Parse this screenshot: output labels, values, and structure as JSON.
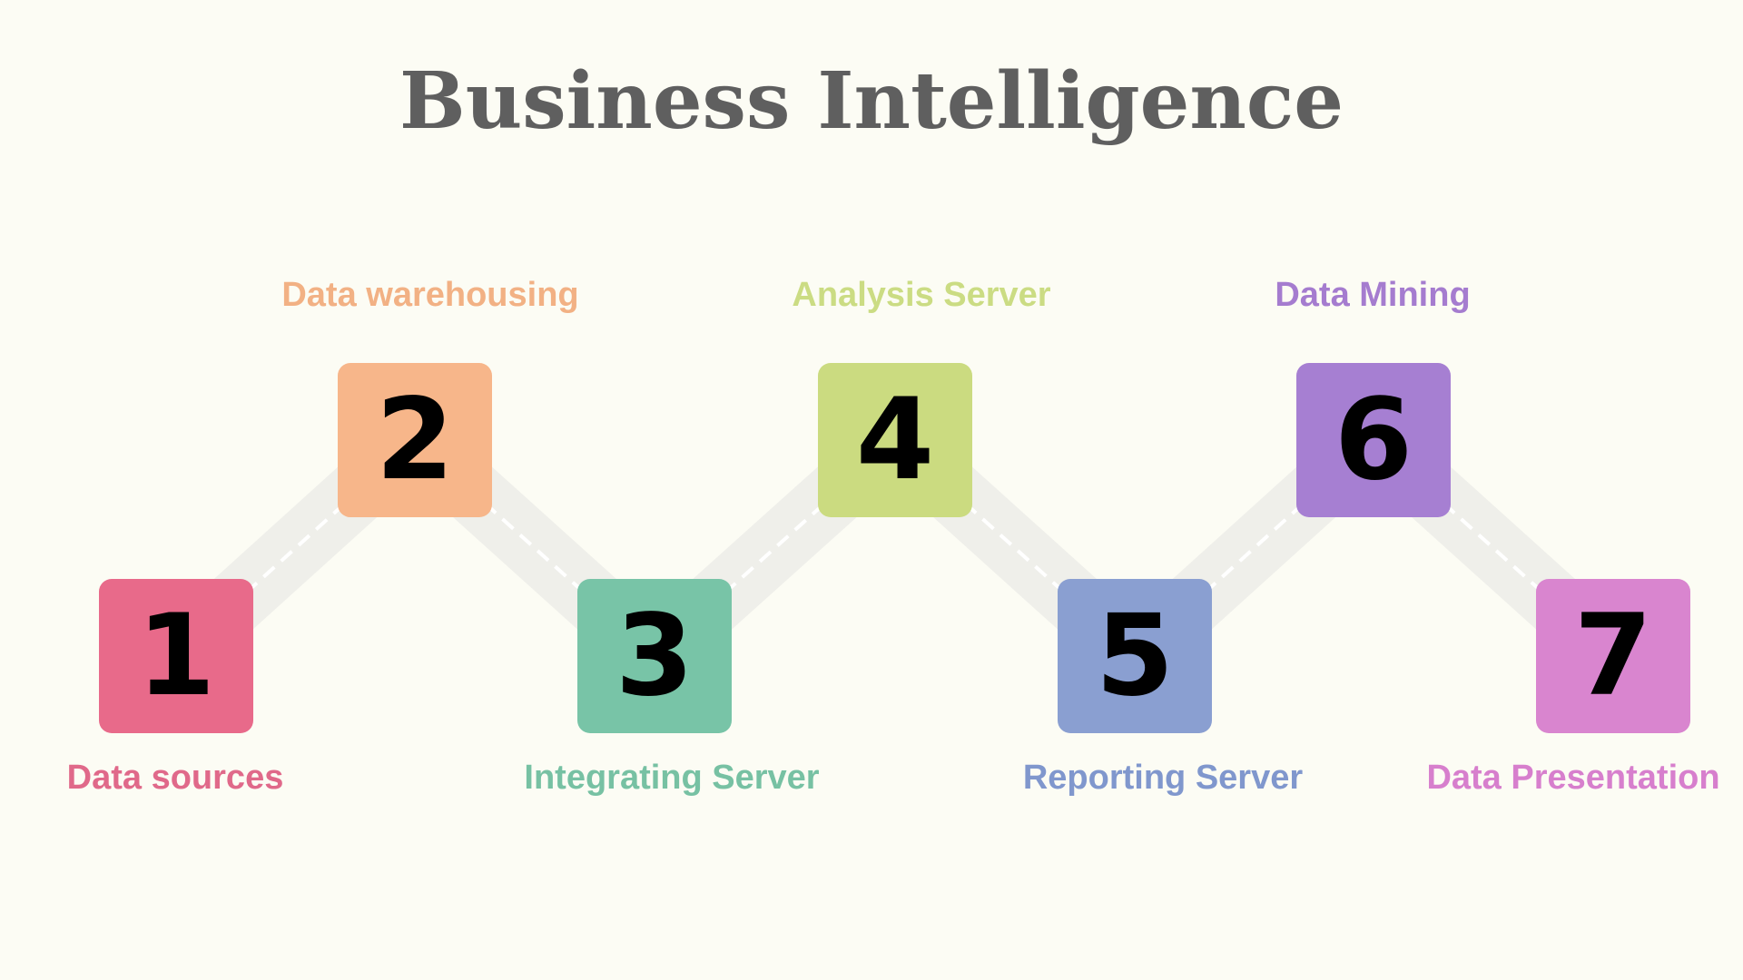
{
  "title": "Business Intelligence",
  "colors": {
    "background": "#fcfcf4",
    "title": "#5f5f5f",
    "connector_band": "#efefea",
    "connector_dash": "#ffffff"
  },
  "steps": [
    {
      "number": "1",
      "label": "Data sources",
      "color": "#e86a8a",
      "label_color": "#e0698a"
    },
    {
      "number": "2",
      "label": "Data warehousing",
      "color": "#f7b68a",
      "label_color": "#f2b184"
    },
    {
      "number": "3",
      "label": "Integrating Server",
      "color": "#78c4a7",
      "label_color": "#77c1a3"
    },
    {
      "number": "4",
      "label": "Analysis Server",
      "color": "#cbdb80",
      "label_color": "#cbdc83"
    },
    {
      "number": "5",
      "label": "Reporting Server",
      "color": "#8a9fd1",
      "label_color": "#8097cd"
    },
    {
      "number": "6",
      "label": "Data Mining",
      "color": "#a67fd2",
      "label_color": "#a57ccf"
    },
    {
      "number": "7",
      "label": "Data Presentation",
      "color": "#d985cf",
      "label_color": "#d77fcd"
    }
  ]
}
